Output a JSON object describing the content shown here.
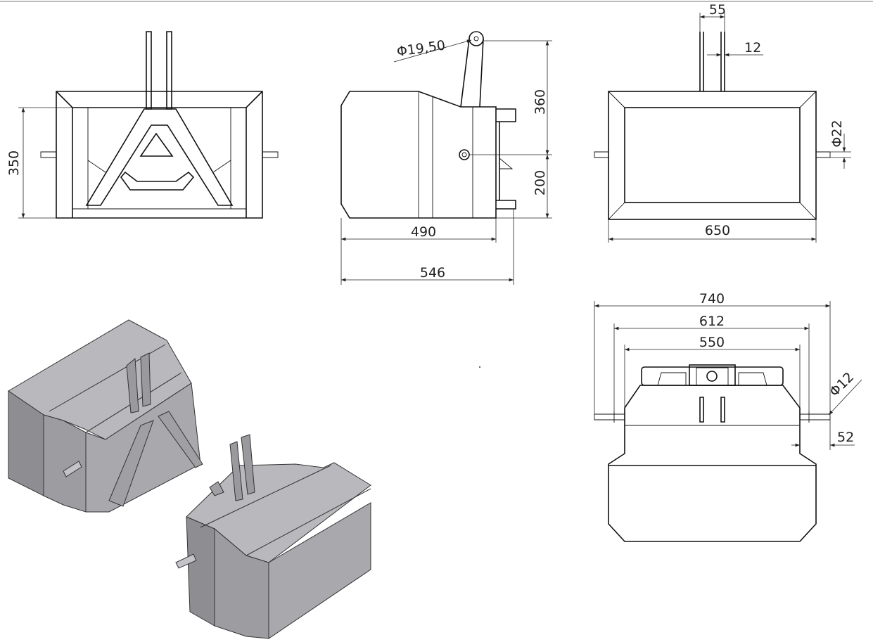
{
  "drawing": {
    "front_view": {
      "height_dim": "350"
    },
    "side_view": {
      "pin_diameter": "Φ19,50",
      "arm_height": "360",
      "pin_height": "200",
      "body_length": "490",
      "total_length": "546"
    },
    "top_view": {
      "lug_span": "55",
      "lug_thickness": "12",
      "pin_diameter": "Φ22",
      "width": "650"
    },
    "bottom_view": {
      "pin_span": "740",
      "outer_width": "612",
      "inner_width": "550",
      "pin_diameter": "Φ12",
      "pin_length": "52"
    },
    "colors": {
      "line": "#111111",
      "iso_light": "#b9b9bd",
      "iso_mid": "#a9a9ad",
      "iso_dark": "#8e8e92"
    }
  }
}
